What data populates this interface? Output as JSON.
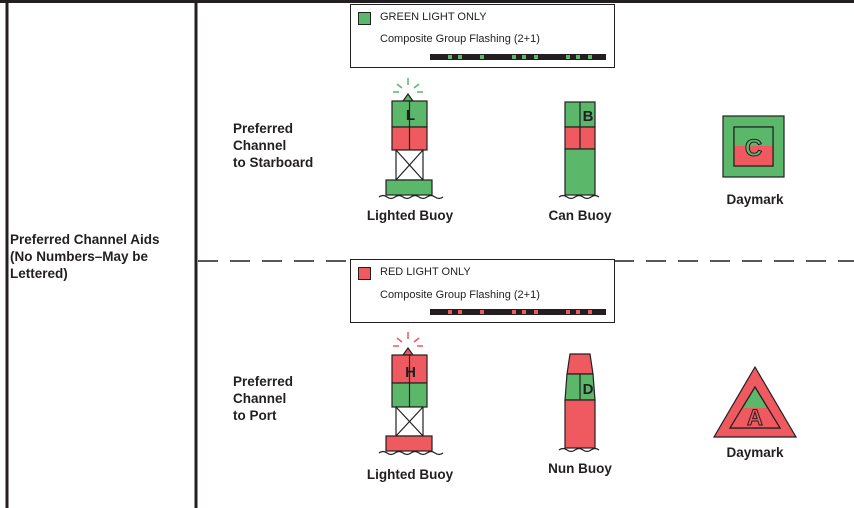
{
  "row_label": {
    "line1": "Preferred Channel Aids",
    "line2": "(No Numbers–May be",
    "line3": "Lettered)"
  },
  "colors": {
    "green": "#5bb86b",
    "red": "#ee5a5f",
    "line": "#231f20"
  },
  "starboard": {
    "legend_light": "GREEN LIGHT ONLY",
    "legend_pattern": "Composite Group Flashing (2+1)",
    "title": [
      "Preferred",
      "Channel",
      "to Starboard"
    ],
    "lighted_buoy": {
      "label": "Lighted Buoy",
      "letter": "L"
    },
    "second_buoy": {
      "label": "Can Buoy",
      "letter": "B"
    },
    "daymark": {
      "label": "Daymark",
      "letter": "C"
    }
  },
  "port": {
    "legend_light": "RED LIGHT ONLY",
    "legend_pattern": "Composite Group Flashing (2+1)",
    "title": [
      "Preferred",
      "Channel",
      "to Port"
    ],
    "lighted_buoy": {
      "label": "Lighted Buoy",
      "letter": "H"
    },
    "second_buoy": {
      "label": "Nun Buoy",
      "letter": "D"
    },
    "daymark": {
      "label": "Daymark",
      "letter": "A"
    }
  }
}
